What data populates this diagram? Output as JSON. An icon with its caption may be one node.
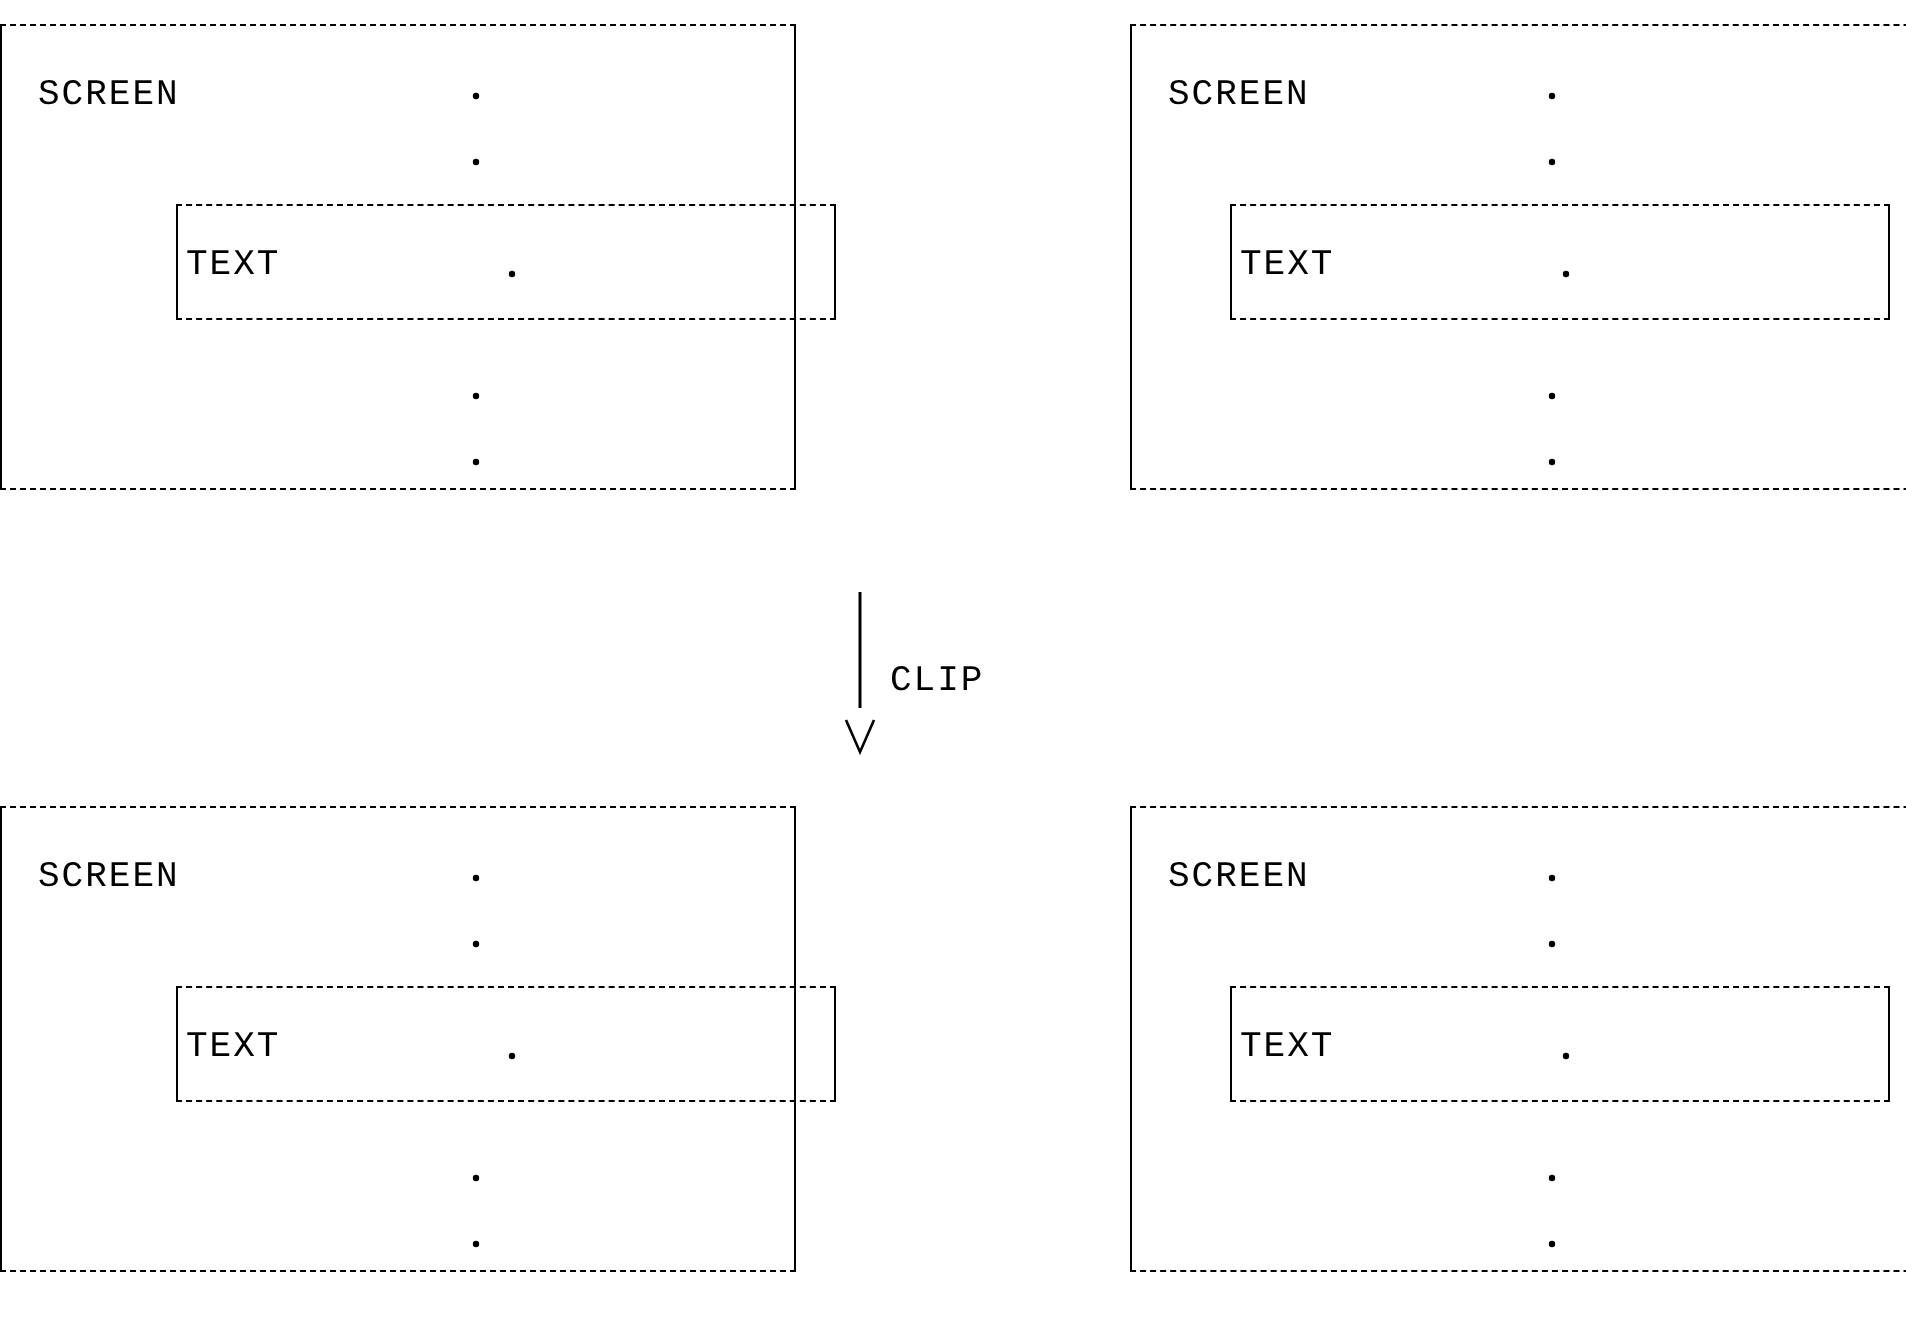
{
  "diagram": {
    "nodes": [
      {
        "text": [
          "SCREEN"
        ]
      },
      {
        "text": [
          "SCREEN"
        ]
      },
      {
        "text": [
          "TEXT"
        ]
      },
      {
        "text": [
          "TEXT"
        ],
        "in": 1
      },
      {
        "text": [
          "SCREEN"
        ]
      },
      {
        "text": [
          "SCREEN"
        ]
      },
      {
        "text": [
          "TEXT"
        ]
      },
      {
        "text": [
          "TEXT"
        ],
        "in": 5
      }
    ],
    "labels": [
      "CLIP"
    ]
  }
}
